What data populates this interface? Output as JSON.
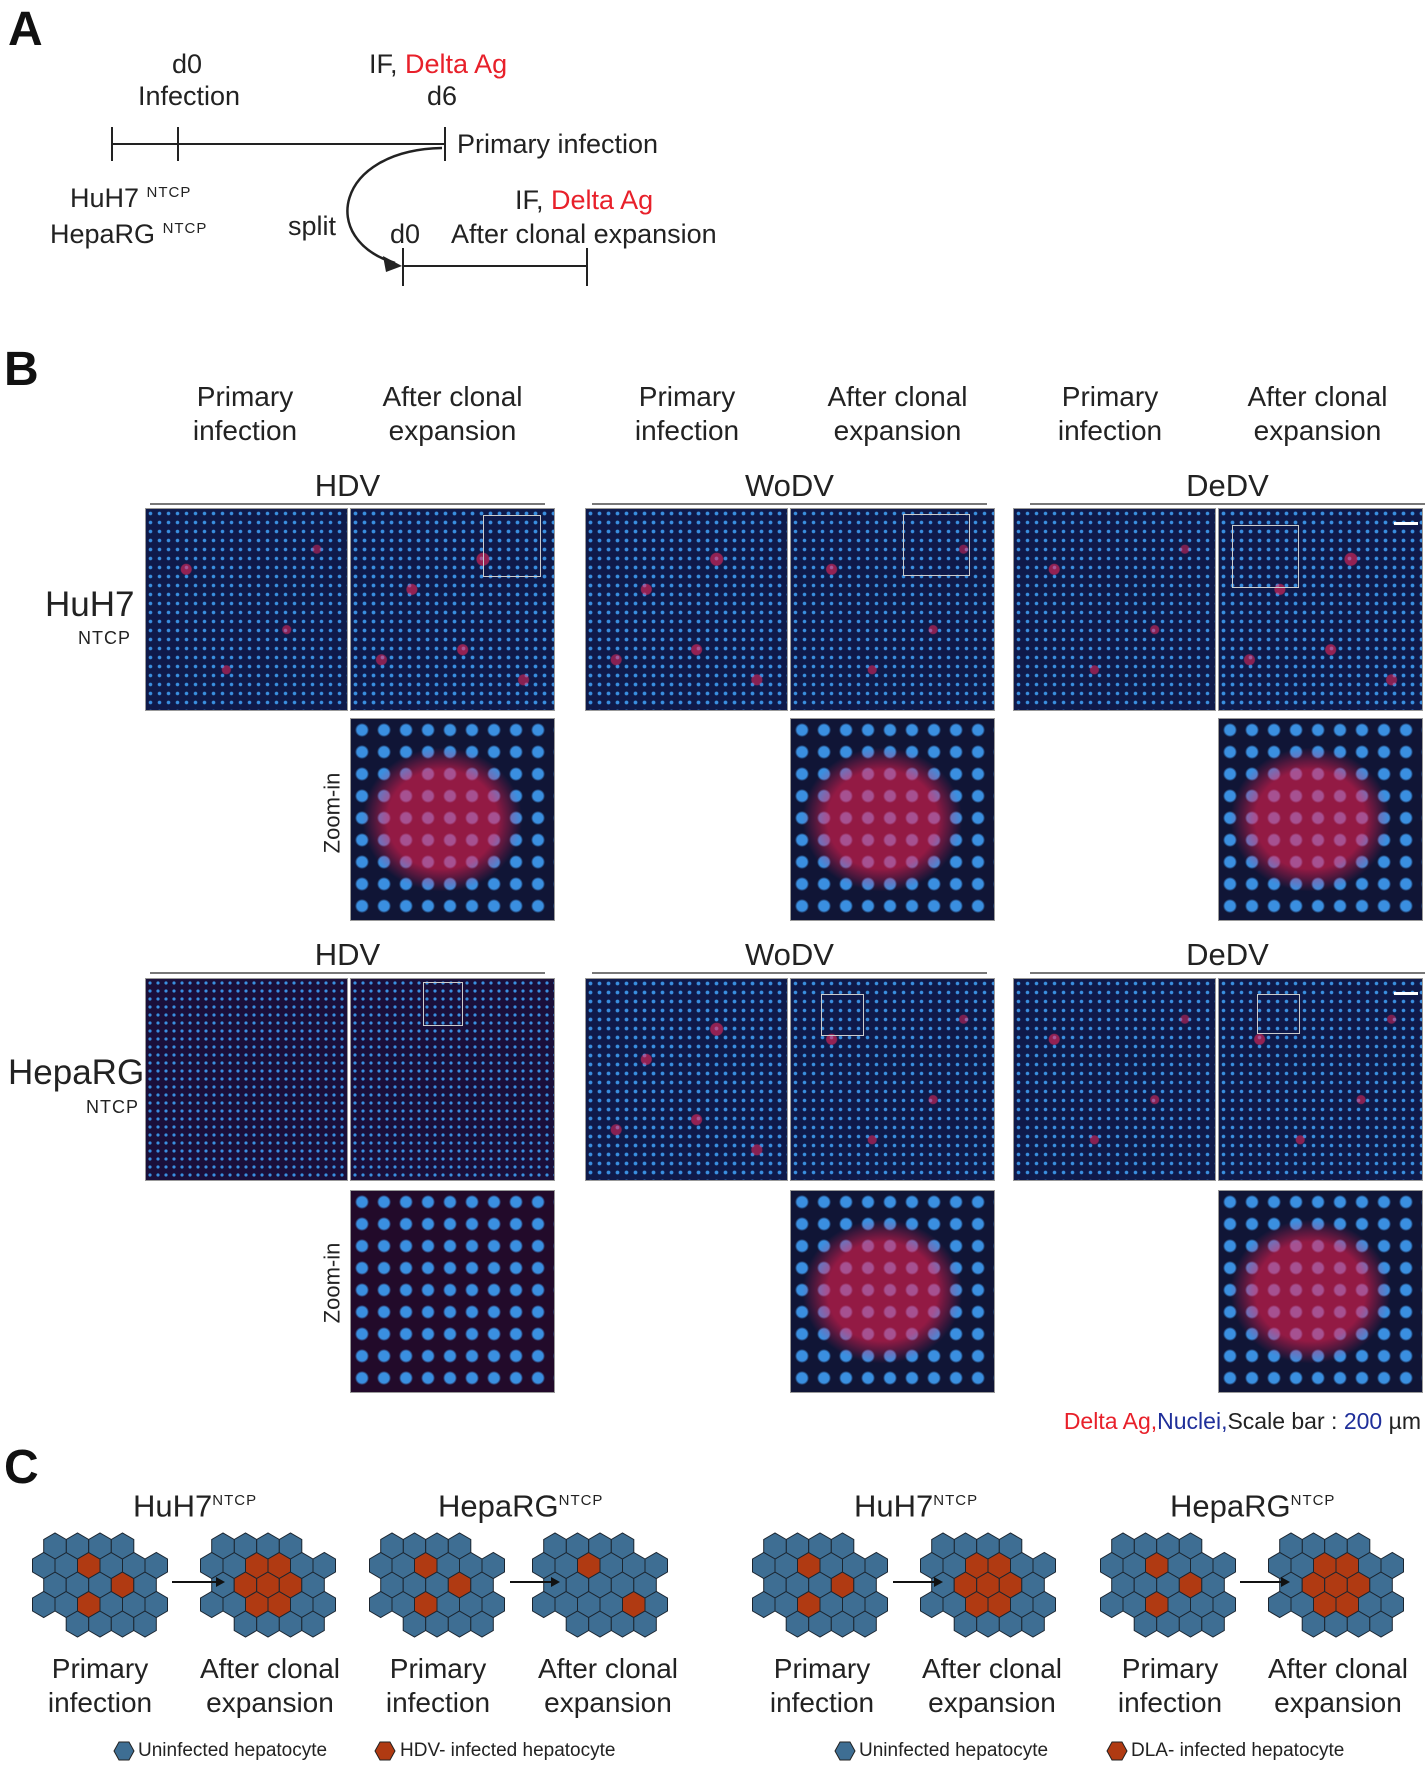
{
  "panelA": {
    "letter": "A",
    "d0_top": "d0",
    "infection": "Infection",
    "if_label": "IF,",
    "delta_ag": "Delta Ag",
    "d6": "d6",
    "primary_infection": "Primary infection",
    "huh7": "HuH7",
    "heparg": "HepaRG",
    "ntcp": "NTCP",
    "split": "split",
    "if_label2": "IF,",
    "delta_ag2": "Delta Ag",
    "d0_bottom": "d0",
    "after_clonal": "After clonal expansion"
  },
  "panelB": {
    "letter": "B",
    "col_headers": [
      {
        "l1": "Primary",
        "l2": "infection"
      },
      {
        "l1": "After clonal",
        "l2": "expansion"
      },
      {
        "l1": "Primary",
        "l2": "infection"
      },
      {
        "l1": "After clonal",
        "l2": "expansion"
      },
      {
        "l1": "Primary",
        "l2": "infection"
      },
      {
        "l1": "After clonal",
        "l2": "expansion"
      }
    ],
    "viruses": [
      "HDV",
      "WoDV",
      "DeDV"
    ],
    "rows": [
      {
        "cell": "HuH7",
        "sub": "NTCP"
      },
      {
        "cell": "HepaRG",
        "sub": "NTCP"
      }
    ],
    "zoom_label": "Zoom-in",
    "legend": {
      "delta": "Delta Ag,",
      "nuclei": "Nuclei,",
      "scale": "Scale bar : ",
      "value": "200",
      "unit": " µm"
    }
  },
  "panelC": {
    "letter": "C",
    "groups": [
      {
        "cell": "HuH7",
        "sup": "NTCP"
      },
      {
        "cell": "HepaRG",
        "sup": "NTCP"
      },
      {
        "cell": "HuH7",
        "sup": "NTCP"
      },
      {
        "cell": "HepaRG",
        "sup": "NTCP"
      }
    ],
    "primary": {
      "l1": "Primary",
      "l2": "infection"
    },
    "after": {
      "l1": "After clonal",
      "l2": "expansion"
    },
    "legend": [
      "Uninfected hepatocyte",
      "HDV- infected hepatocyte",
      "Uninfected hepatocyte",
      "DLA- infected hepatocyte"
    ],
    "colors": {
      "uninfected": "#3e6e93",
      "infected": "#b03a12"
    }
  }
}
